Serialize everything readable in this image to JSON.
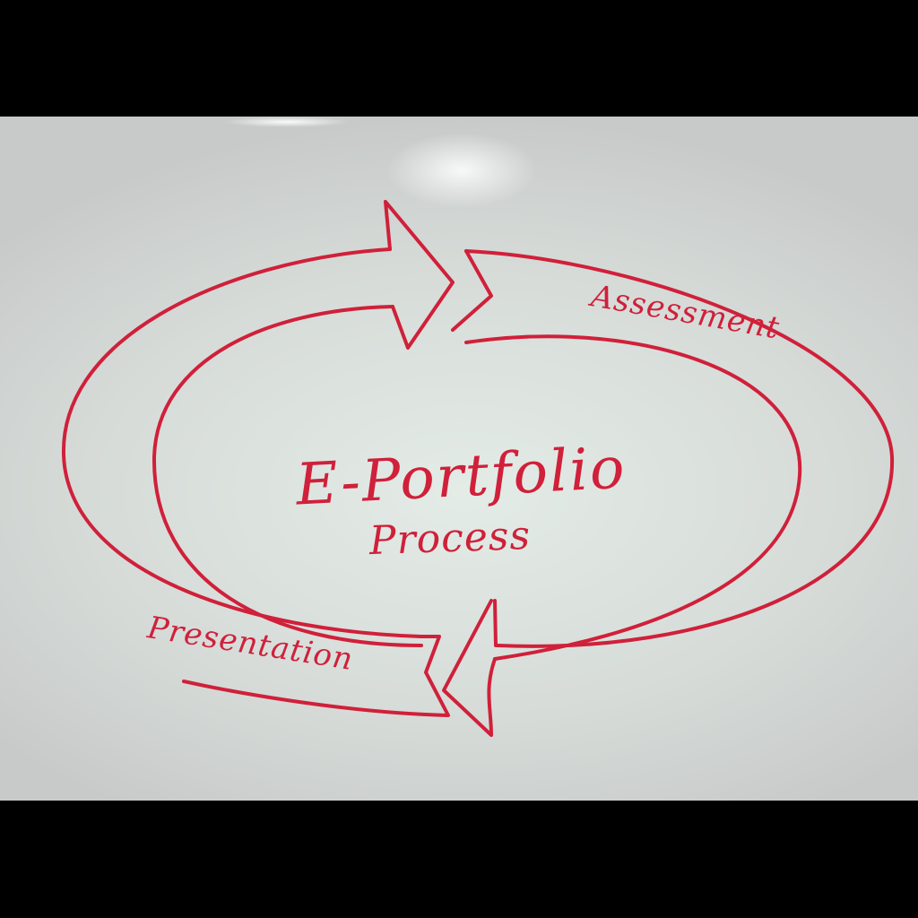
{
  "diagram": {
    "title": "E-Portfolio",
    "subtitle": "Process",
    "stages": [
      {
        "label": "Assessment"
      },
      {
        "label": "Presentation"
      }
    ]
  },
  "colors": {
    "marker": "#d0203a",
    "board": "#dde3df",
    "letterbox": "#000000"
  }
}
